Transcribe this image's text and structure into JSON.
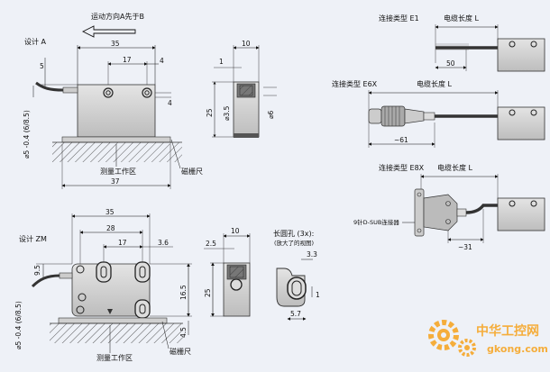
{
  "top": {
    "motion_label": "运动方向A先于B",
    "design_a_label": "设计 A",
    "dims": {
      "d35": "35",
      "d17": "17",
      "d4a": "4",
      "d4b": "4",
      "d5": "5",
      "d10": "10",
      "d1": "1",
      "d25": "25",
      "d35dia": "⌀3.5",
      "d6dia": "⌀6",
      "d5dia": "⌀5 -0.4 (6/8.5)",
      "d37": "37"
    },
    "measure_area": "测量工作区",
    "scale": "磁栅尺"
  },
  "bottom": {
    "design_zm_label": "设计 ZM",
    "dims": {
      "d35": "35",
      "d28": "28",
      "d17": "17",
      "d36": "3.6",
      "d95": "9.5",
      "d165": "16.5",
      "d25": "25",
      "d45": "4.5",
      "d5dia": "⌀5 -0.4 (6/8.5)",
      "d25b": "2.5",
      "d10": "10",
      "d33": "3.3",
      "d1": "1",
      "d57": "5.7"
    },
    "slot_title": "长圆孔 (3x):",
    "slot_sub": "(放大了的视图)",
    "measure_area": "测量工作区",
    "scale": "磁栅尺"
  },
  "right": {
    "e1_label": "连接类型 E1",
    "e1_cable": "电缆长度 L",
    "e1_dim": "50",
    "e6x_label": "连接类型 E6X",
    "e6x_cable": "电缆长度 L",
    "e6x_dim": "~61",
    "e8x_label": "连接类型 E8X",
    "e8x_cable": "电缆长度 L",
    "e8x_dim": "~31",
    "e8x_connector": "9针D-SUB连接器"
  },
  "watermark": {
    "brand": "中华工控网",
    "url": "gkong.com",
    "color": "#f7a21b"
  }
}
